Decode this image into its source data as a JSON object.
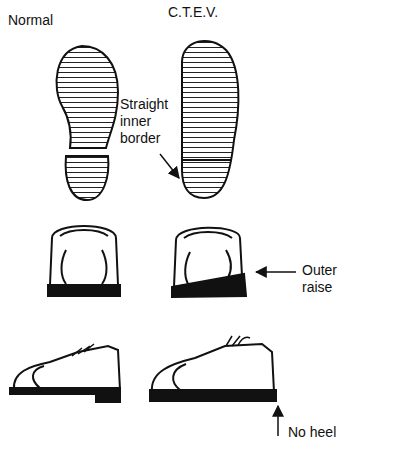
{
  "diagram": {
    "labels": [
      "Normal",
      "C.T.E.V.",
      "Straight inner border",
      "Outer raise",
      "No heel"
    ]
  }
}
